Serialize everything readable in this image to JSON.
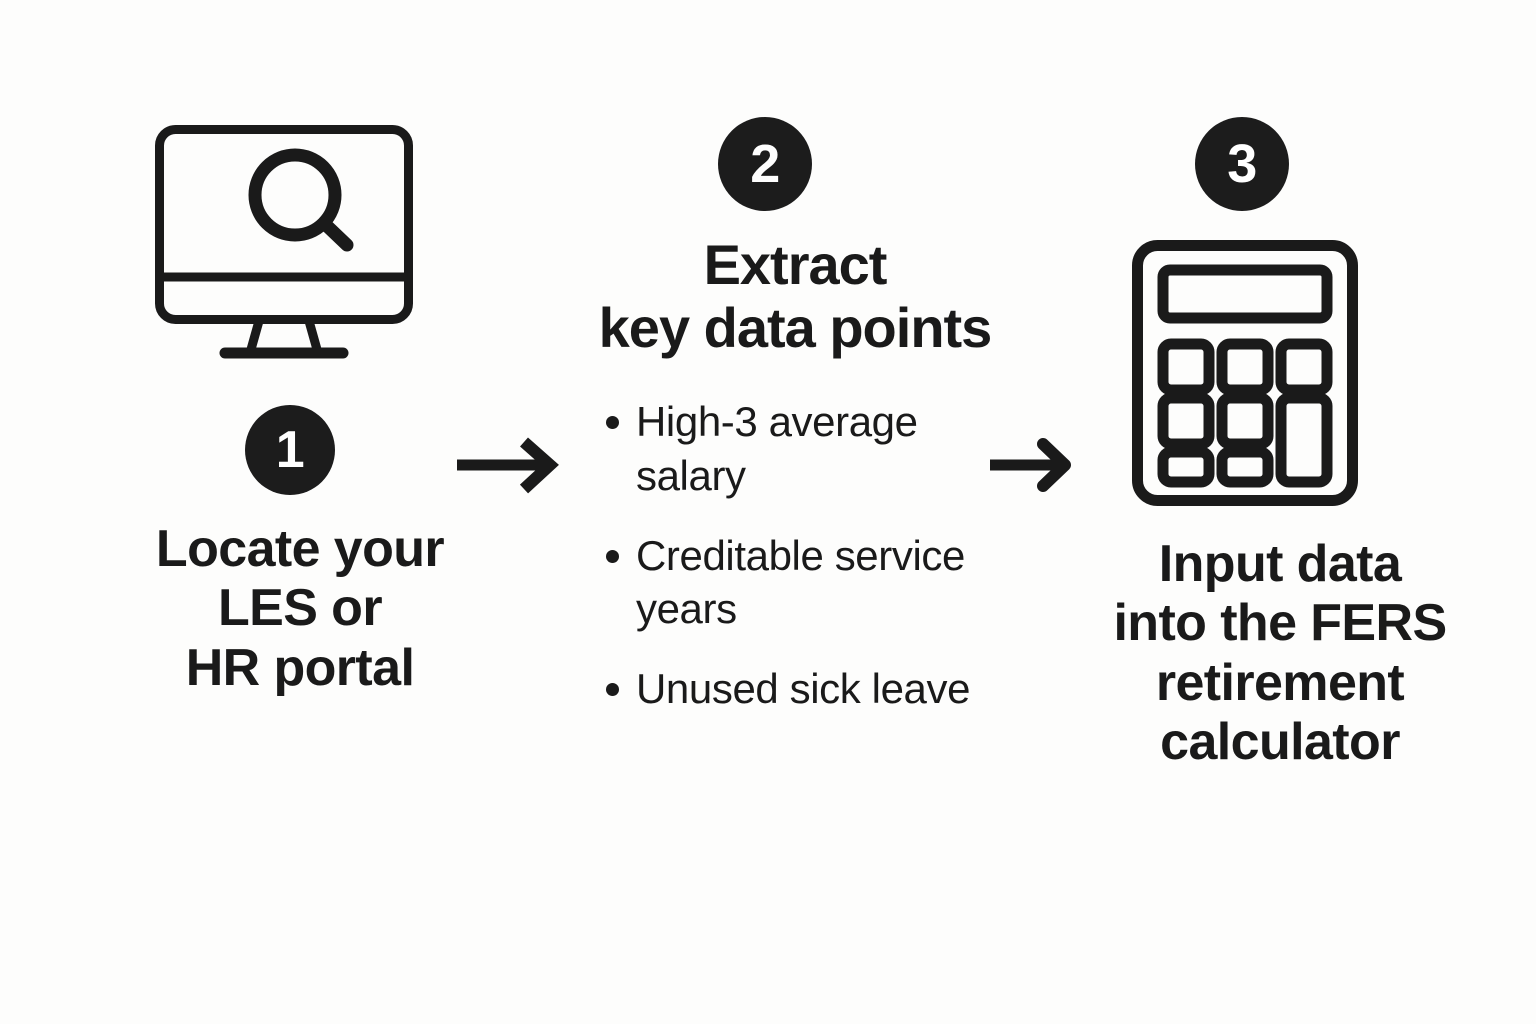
{
  "background_color": "#fdfdfc",
  "ink_color": "#1a1a1a",
  "badge_color": "#1c1c1c",
  "badge_text_color": "#ffffff",
  "diagram": {
    "type": "process-flow",
    "orientation": "horizontal",
    "step_count": 3,
    "steps": [
      {
        "number": "1",
        "icon": "monitor-search-icon",
        "caption": "Locate your\nLES or\nHR portal"
      },
      {
        "number": "2",
        "icon": "none",
        "heading": "Extract\nkey data points",
        "bullets": [
          "High-3 average salary",
          "Creditable service years",
          "Unused sick leave"
        ]
      },
      {
        "number": "3",
        "icon": "calculator-icon",
        "caption": "Input data\ninto the FERS\nretirement\ncalculator"
      }
    ],
    "connectors": [
      {
        "from": "1",
        "to": "2",
        "icon": "arrow-right-icon"
      },
      {
        "from": "2",
        "to": "3",
        "icon": "arrow-right-icon"
      }
    ]
  }
}
